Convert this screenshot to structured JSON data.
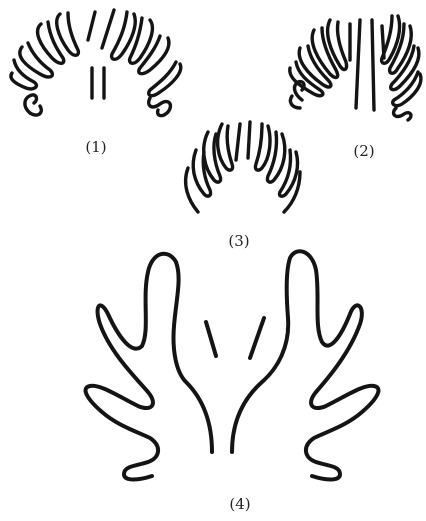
{
  "figures": [
    {
      "id": "1",
      "label": "(1)"
    },
    {
      "id": "2",
      "label": "(2)"
    },
    {
      "id": "3",
      "label": "(3)"
    },
    {
      "id": "4",
      "label": "(4)"
    }
  ],
  "colors": {
    "line": "#141414",
    "background": "#ffffff",
    "label": "#222222"
  }
}
